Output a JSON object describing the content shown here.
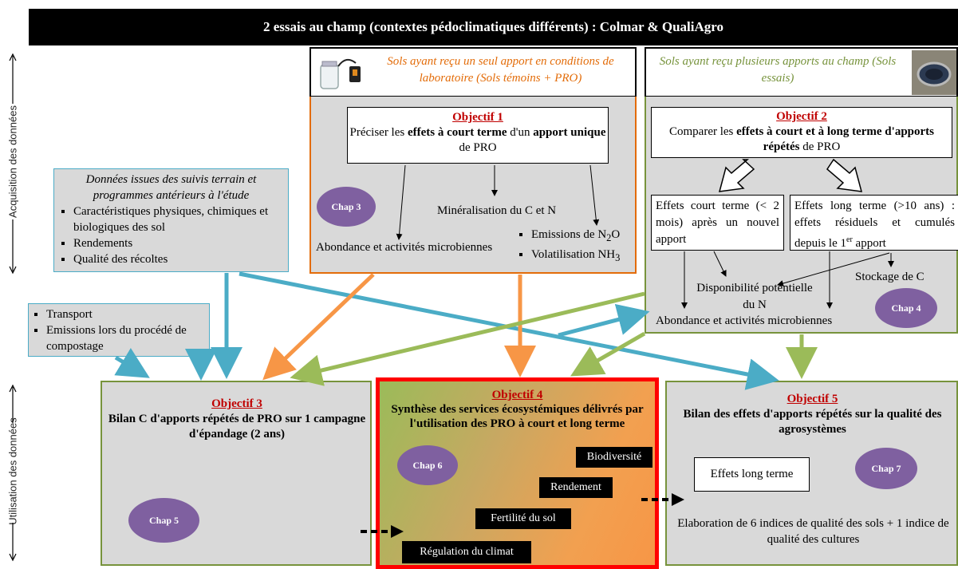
{
  "header": {
    "title": "2 essais au champ (contextes pédoclimatiques différents) : Colmar & QualiAgro"
  },
  "side_labels": {
    "top": "Acquisition des données",
    "bottom": "Utilisation des données"
  },
  "lab": {
    "header": "Sols ayant reçu un seul apport en conditions de laboratoire (Sols témoins + PRO)",
    "objective_title": "Objectif 1",
    "objective_pre": "Préciser les ",
    "objective_b1": "effets à court terme",
    "objective_mid": " d'un ",
    "objective_b2": "apport unique",
    "objective_post": " de PRO",
    "chap": "Chap 3",
    "mineralisation": "Minéralisation du C et N",
    "abondance": "Abondance et activités microbiennes",
    "emissions_label": "Emissions de N",
    "emissions_sub": "2",
    "emissions_suffix": "O",
    "volatil_label": "Volatilisation NH",
    "volatil_sub": "3"
  },
  "field": {
    "header": "Sols ayant reçu plusieurs apports au champ (Sols essais)",
    "objective_title": "Objectif 2",
    "objective_pre": "Comparer les ",
    "objective_b1": "effets à court et à long terme d'apports répétés",
    "objective_post": " de PRO",
    "short_term": "Effets court terme (< 2 mois) après un nouvel apport",
    "long_term_pre": "Effets long terme (>10 ans) : effets résiduels et cumulés depuis le 1",
    "long_term_sup": "er",
    "long_term_post": " apport",
    "disponibilite": "Disponibilité potentielle du N",
    "stockage": "Stockage de C",
    "abondance": "Abondance et activités microbiennes",
    "chap": "Chap 4"
  },
  "prior": {
    "title": "Données issues des suivis terrain et programmes antérieurs à l'étude",
    "items": [
      "Caractéristiques physiques, chimiques et biologiques des sol",
      "Rendements",
      "Qualité des récoltes"
    ]
  },
  "transport": {
    "items": [
      "Transport",
      "Emissions lors du procédé de compostage"
    ]
  },
  "obj3": {
    "title": "Objectif 3",
    "text": "Bilan C  d'apports répétés de PRO sur 1 campagne d'épandage (2 ans)",
    "chap": "Chap 5"
  },
  "obj4": {
    "title": "Objectif 4",
    "text": "Synthèse des services écosystémiques délivrés par l'utilisation des PRO à court et long terme",
    "chap": "Chap 6",
    "services": [
      "Biodiversité",
      "Rendement",
      "Fertilité  du sol",
      "Régulation du climat"
    ]
  },
  "obj5": {
    "title": "Objectif 5",
    "text": "Bilan des effets d'apports répétés sur la qualité des agrosystèmes",
    "chap": "Chap 7",
    "long_term": "Effets long terme",
    "indices": "Elaboration de 6 indices de qualité des sols + 1 indice de qualité des cultures"
  },
  "colors": {
    "blue": "#4bacc6",
    "orange": "#f79646",
    "green": "#9bbb59",
    "purple": "#7f60a0",
    "red": "#ff0000",
    "title_red": "#c00000"
  }
}
